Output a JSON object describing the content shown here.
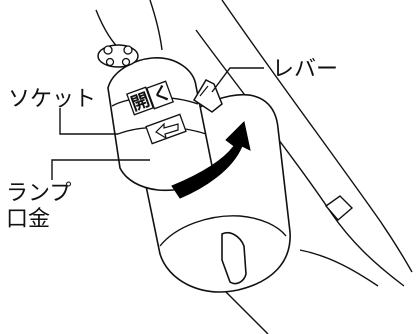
{
  "labels": {
    "lever": "レバー",
    "socket": "ソケット",
    "lamp_line1": "ランプ",
    "lamp_line2": "口金"
  },
  "socket_marks": {
    "open_kanji": "開",
    "chevron": "く"
  },
  "colors": {
    "stroke": "#111111",
    "fill": "#ffffff",
    "arrow": "#000000"
  }
}
